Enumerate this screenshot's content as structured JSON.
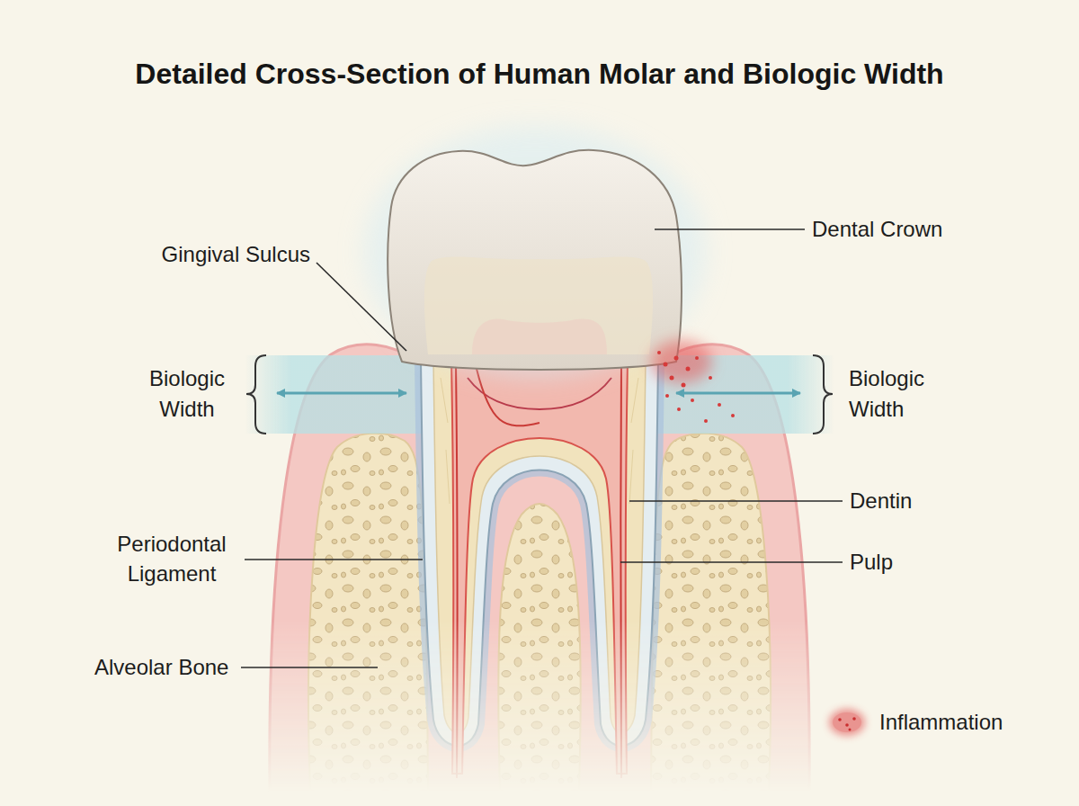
{
  "diagram": {
    "title": "Detailed Cross-Section of Human Molar and Biologic Width",
    "labels": [
      "Dental Crown",
      "Gingival Sulcus",
      "Biologic Width",
      "Biologic Width",
      "Dentin",
      "Pulp",
      "Periodontal Ligament",
      "Alveolar Bone"
    ],
    "legend": [
      {
        "text": "Inflammation",
        "color": "#e05555"
      }
    ]
  }
}
